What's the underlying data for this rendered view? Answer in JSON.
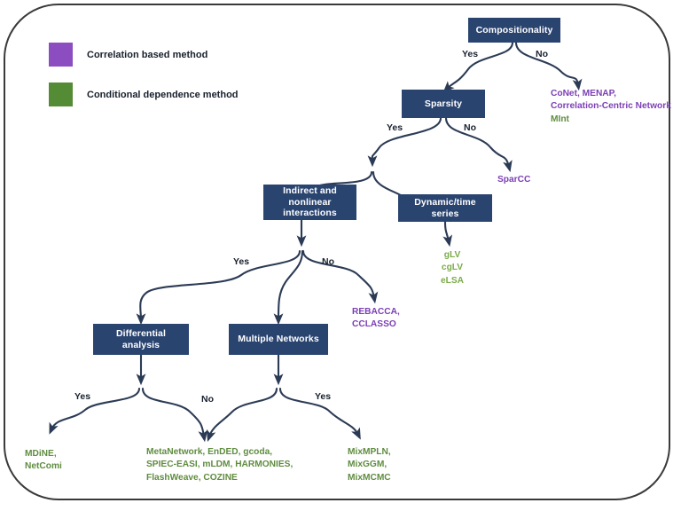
{
  "legend": {
    "items": [
      {
        "label": "Correlation based method",
        "color": "#8b4dbf",
        "icon": "purple-square-swatch"
      },
      {
        "label": "Conditional dependence method",
        "color": "#548b35",
        "icon": "green-square-swatch"
      }
    ]
  },
  "nodes": {
    "compositionality": "Compositionality",
    "sparsity": "Sparsity",
    "indirect": "Indirect and nonlinear interactions",
    "dynamic": "Dynamic/time series",
    "differential": "Differential analysis",
    "multiple": "Multiple Networks"
  },
  "branch_labels": {
    "comp_yes": "Yes",
    "comp_no": "No",
    "sparsity_yes": "Yes",
    "sparsity_no": "No",
    "indirect_yes": "Yes",
    "indirect_no": "No",
    "diff_yes": "Yes",
    "diff_no": "No",
    "multi_yes": "Yes"
  },
  "leaves": {
    "comp_no_line1": "CoNet, MENAP,",
    "comp_no_line2": "Correlation-Centric Network",
    "comp_no_line3": "MInt",
    "sparcc": "SparCC",
    "dynamic_line1": "gLV",
    "dynamic_line2": "cgLV",
    "dynamic_line3": "eLSA",
    "indirect_no_line1": "REBACCA,",
    "indirect_no_line2": "CCLASSO",
    "diff_yes_line1": "MDiNE,",
    "diff_yes_line2": "NetComi",
    "middle_line1": "MetaNetwork, EnDED, gcoda,",
    "middle_line2": "SPIEC-EASI, mLDM, HARMONIES,",
    "middle_line3": "FlashWeave, COZINE",
    "multi_yes_line1": "MixMPLN,",
    "multi_yes_line2": "MixGGM,",
    "multi_yes_line3": "MixMCMC"
  },
  "colors": {
    "node_fill": "#2a4470",
    "edge_stroke": "#2c3b55",
    "frame": "#3a3a3a",
    "correlation_purple": "#7b3fb5",
    "conditional_green": "#5f8c3f",
    "light_green": "#7bab4a"
  }
}
